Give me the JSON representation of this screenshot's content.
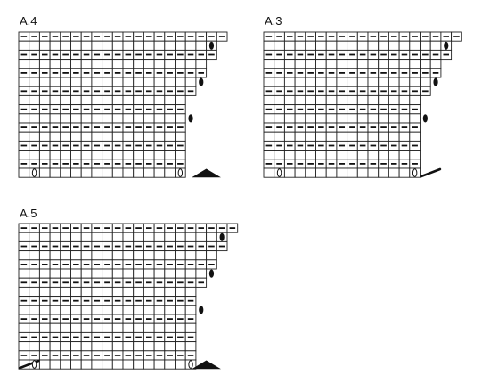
{
  "charts": [
    {
      "id": "a4",
      "title": "A.4",
      "columns": 20,
      "row_lengths": [
        20,
        19,
        19,
        18,
        18,
        17,
        17,
        16,
        16,
        16,
        16,
        16,
        16,
        16,
        16,
        16
      ],
      "purl_rows": [
        0,
        2,
        4,
        6,
        8,
        10,
        12,
        14
      ],
      "stitch_symbols": [
        {
          "row": 1,
          "col": 18,
          "symbol": "filled-oval"
        },
        {
          "row": 5,
          "col": 17,
          "symbol": "filled-oval"
        },
        {
          "row": 9,
          "col": 16,
          "symbol": "filled-oval"
        },
        {
          "row": 15,
          "col": 1,
          "symbol": "open-oval"
        },
        {
          "row": 15,
          "col": 15,
          "symbol": "open-oval"
        },
        {
          "row": 15,
          "col": 17,
          "symbol": "filled-triangle"
        }
      ]
    },
    {
      "id": "a3",
      "title": "A.3",
      "columns": 19,
      "row_lengths": [
        19,
        18,
        18,
        17,
        17,
        16,
        16,
        15,
        15,
        15,
        15,
        15,
        15,
        15,
        15,
        15
      ],
      "purl_rows": [
        0,
        2,
        4,
        6,
        8,
        10,
        12,
        14
      ],
      "stitch_symbols": [
        {
          "row": 1,
          "col": 17,
          "symbol": "filled-oval"
        },
        {
          "row": 5,
          "col": 16,
          "symbol": "filled-oval"
        },
        {
          "row": 9,
          "col": 15,
          "symbol": "filled-oval"
        },
        {
          "row": 15,
          "col": 1,
          "symbol": "open-oval"
        },
        {
          "row": 15,
          "col": 14,
          "symbol": "open-oval"
        },
        {
          "row": 15,
          "col": 15,
          "symbol": "slanted-bar"
        }
      ]
    },
    {
      "id": "a5",
      "title": "A.5",
      "columns": 21,
      "row_lengths": [
        21,
        20,
        20,
        19,
        19,
        18,
        18,
        17,
        17,
        17,
        17,
        17,
        17,
        17,
        17,
        17
      ],
      "purl_rows": [
        0,
        2,
        4,
        6,
        8,
        10,
        12,
        14
      ],
      "stitch_symbols": [
        {
          "row": 1,
          "col": 19,
          "symbol": "filled-oval"
        },
        {
          "row": 5,
          "col": 18,
          "symbol": "filled-oval"
        },
        {
          "row": 9,
          "col": 17,
          "symbol": "filled-oval"
        },
        {
          "row": 15,
          "col": 0,
          "symbol": "slanted-bar"
        },
        {
          "row": 15,
          "col": 1,
          "symbol": "open-oval"
        },
        {
          "row": 15,
          "col": 16,
          "symbol": "open-oval"
        },
        {
          "row": 15,
          "col": 17,
          "symbol": "filled-triangle"
        }
      ]
    }
  ],
  "colors": {
    "grid": "#222222",
    "symbol": "#111111",
    "background": "#ffffff"
  }
}
